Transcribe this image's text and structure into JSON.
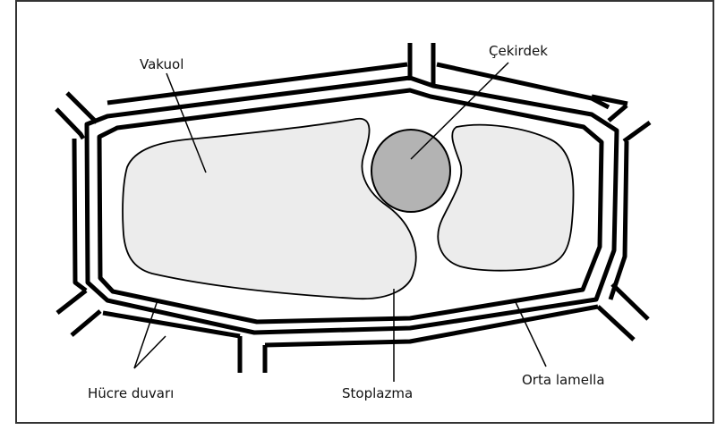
{
  "diagram": {
    "labels": {
      "vacuole": "Vakuol",
      "nucleus": "Çekirdek",
      "cell_wall": "Hücre duvarı",
      "cytoplasm": "Stoplazma",
      "middle_lamella": "Orta lamella"
    },
    "colors": {
      "background": "#ffffff",
      "frame_border": "#333333",
      "outline": "#000000",
      "vacuole_fill": "#ececec",
      "nucleus_fill": "#b3b3b3"
    }
  }
}
